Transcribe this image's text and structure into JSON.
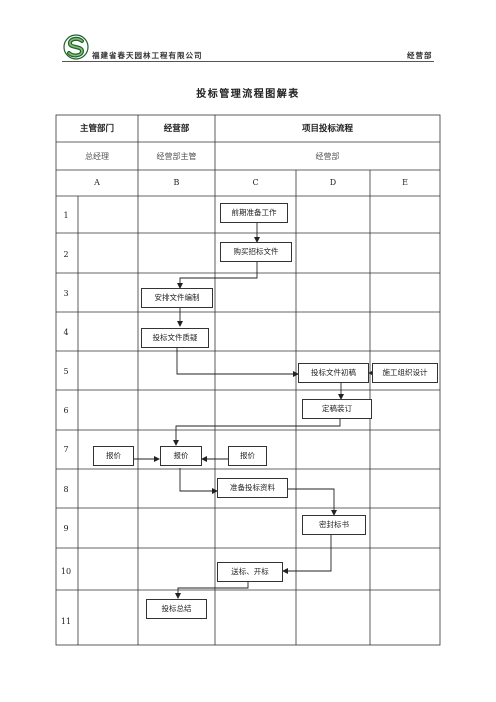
{
  "header": {
    "company": "福建省春天园林工程有限公司",
    "department": "经营部",
    "logo": "green-s-logo",
    "logo_colors": {
      "dark": "#1f5f2c",
      "light": "#7fc26e"
    }
  },
  "title": "投标管理流程图解表",
  "table": {
    "header_row1": [
      "主管部门",
      "经营部",
      "项目投标流程"
    ],
    "header_row2": [
      "总经理",
      "经营部主管",
      "经营部"
    ],
    "columns": [
      "A",
      "B",
      "C",
      "D",
      "E"
    ],
    "rows": [
      "1",
      "2",
      "3",
      "4",
      "5",
      "6",
      "7",
      "8",
      "9",
      "10",
      "11"
    ]
  },
  "steps": {
    "prep": "前期准备工作",
    "buy": "购买招标文件",
    "arrange": "安排文件编制",
    "query": "投标文件质疑",
    "draft": "投标文件初稿",
    "construction": "施工组织设计",
    "finalize": "定稿装订",
    "quote_a": "报价",
    "quote_b": "报价",
    "quote_c": "报价",
    "materials": "准备投标资料",
    "seal": "密封标书",
    "deliver": "送标、开标",
    "summary": "投标总结"
  }
}
